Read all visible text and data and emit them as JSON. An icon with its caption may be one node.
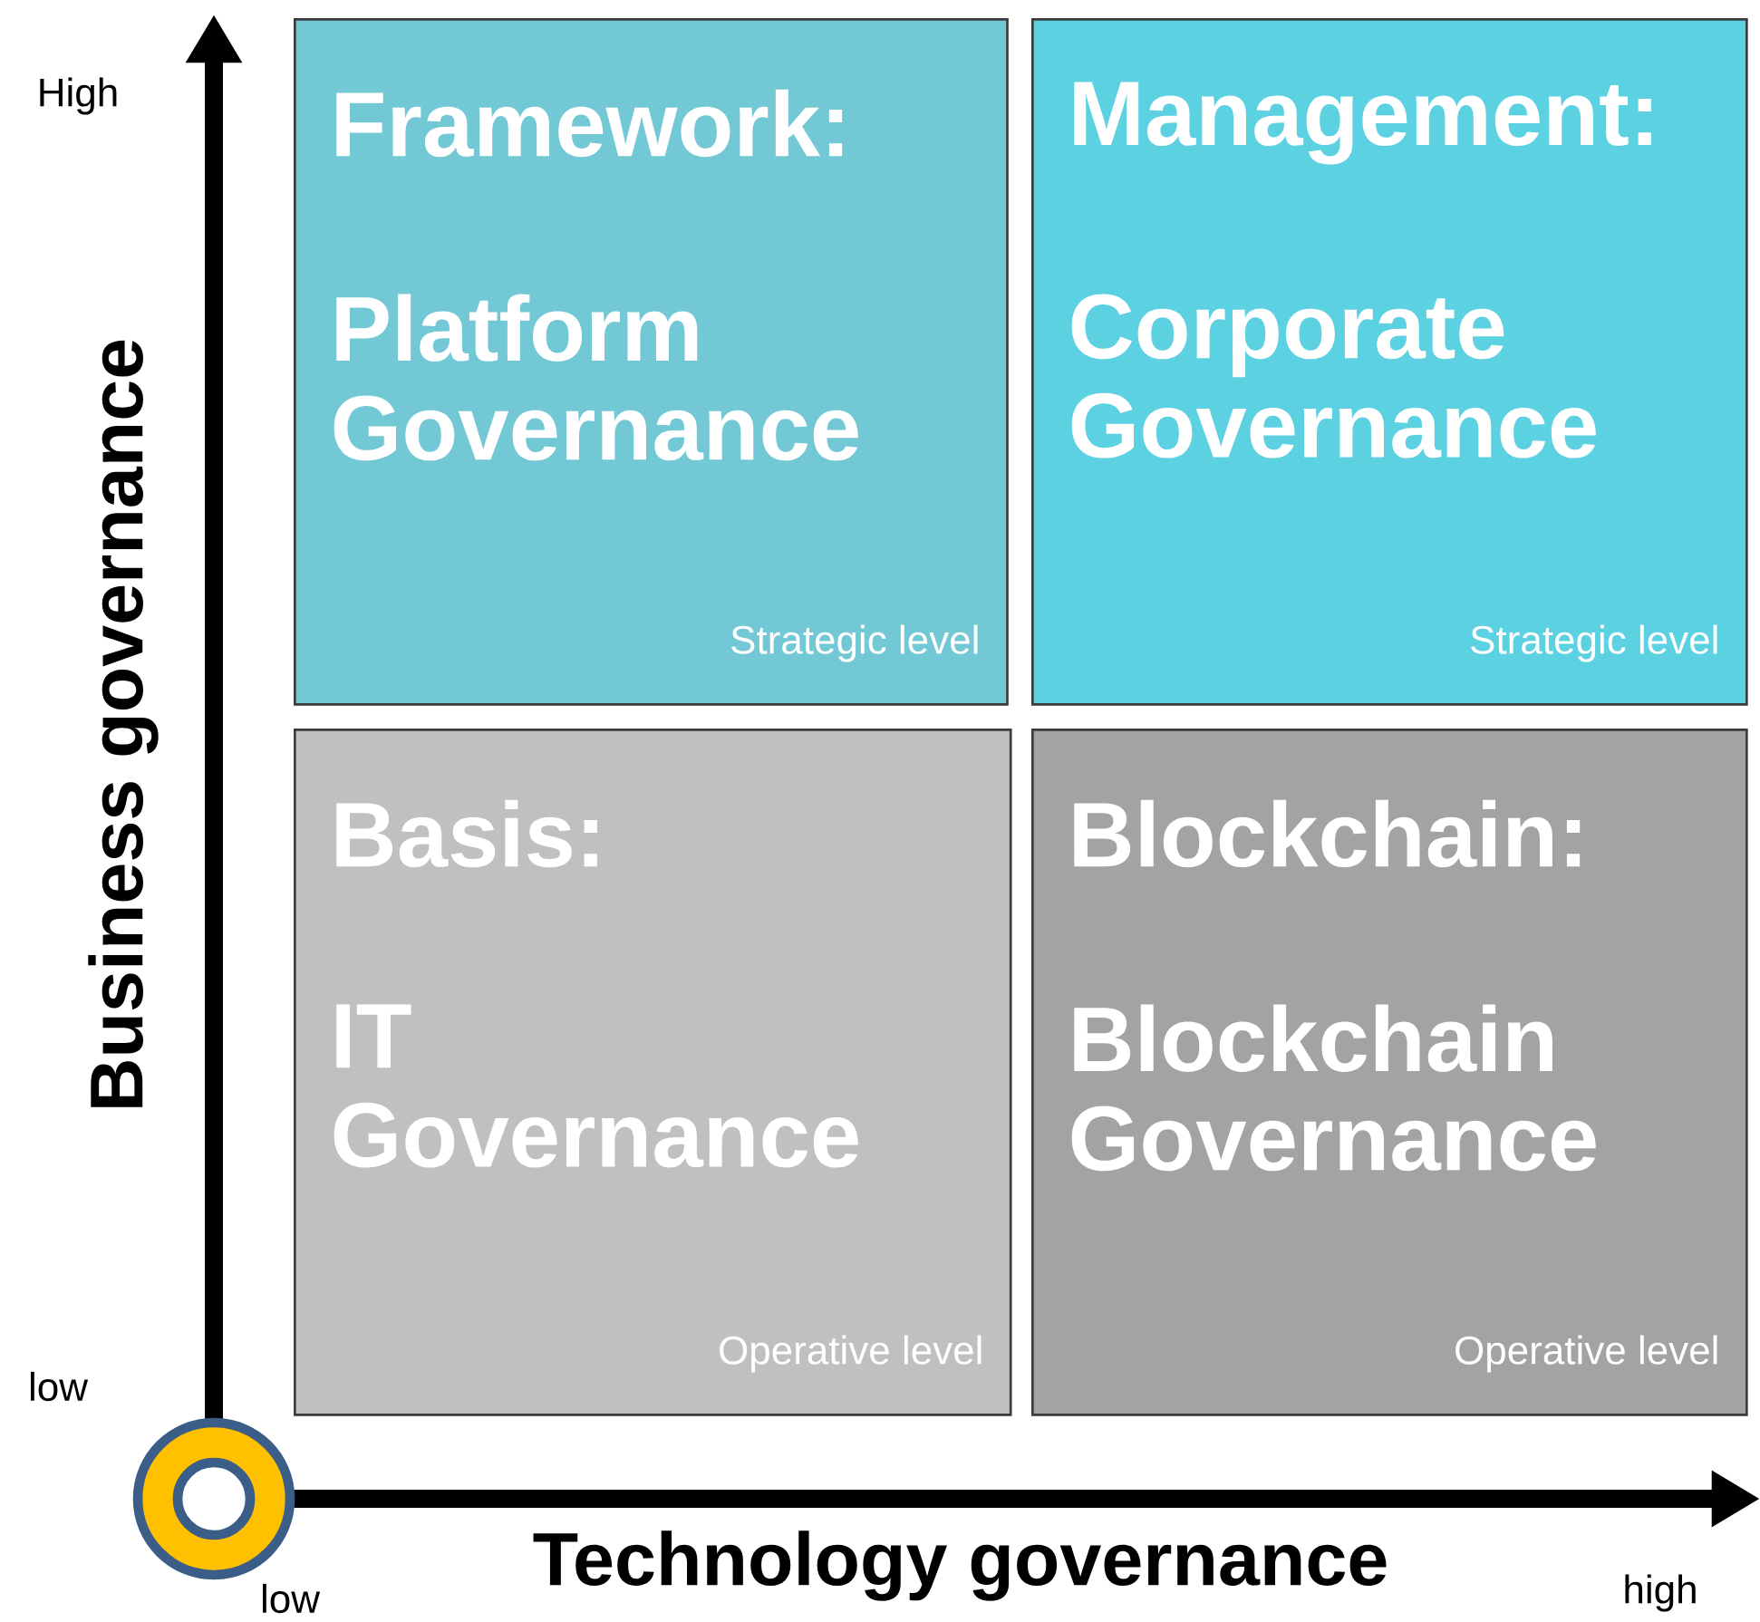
{
  "diagram": {
    "nodes": [
      {
        "text": [
          "Framework:",
          "Platform Governance",
          "Strategic level"
        ]
      },
      {
        "text": [
          "Management:",
          "Corporate Governance",
          "Strategic level"
        ]
      },
      {
        "text": [
          "Basis:",
          "IT Governance",
          "Operative level"
        ]
      },
      {
        "text": [
          "Blockchain:",
          "Blockchain Governance",
          "Operative level"
        ]
      }
    ],
    "labels": [
      "High",
      "Business governance",
      "low",
      "low",
      "Technology governance",
      "high"
    ]
  }
}
